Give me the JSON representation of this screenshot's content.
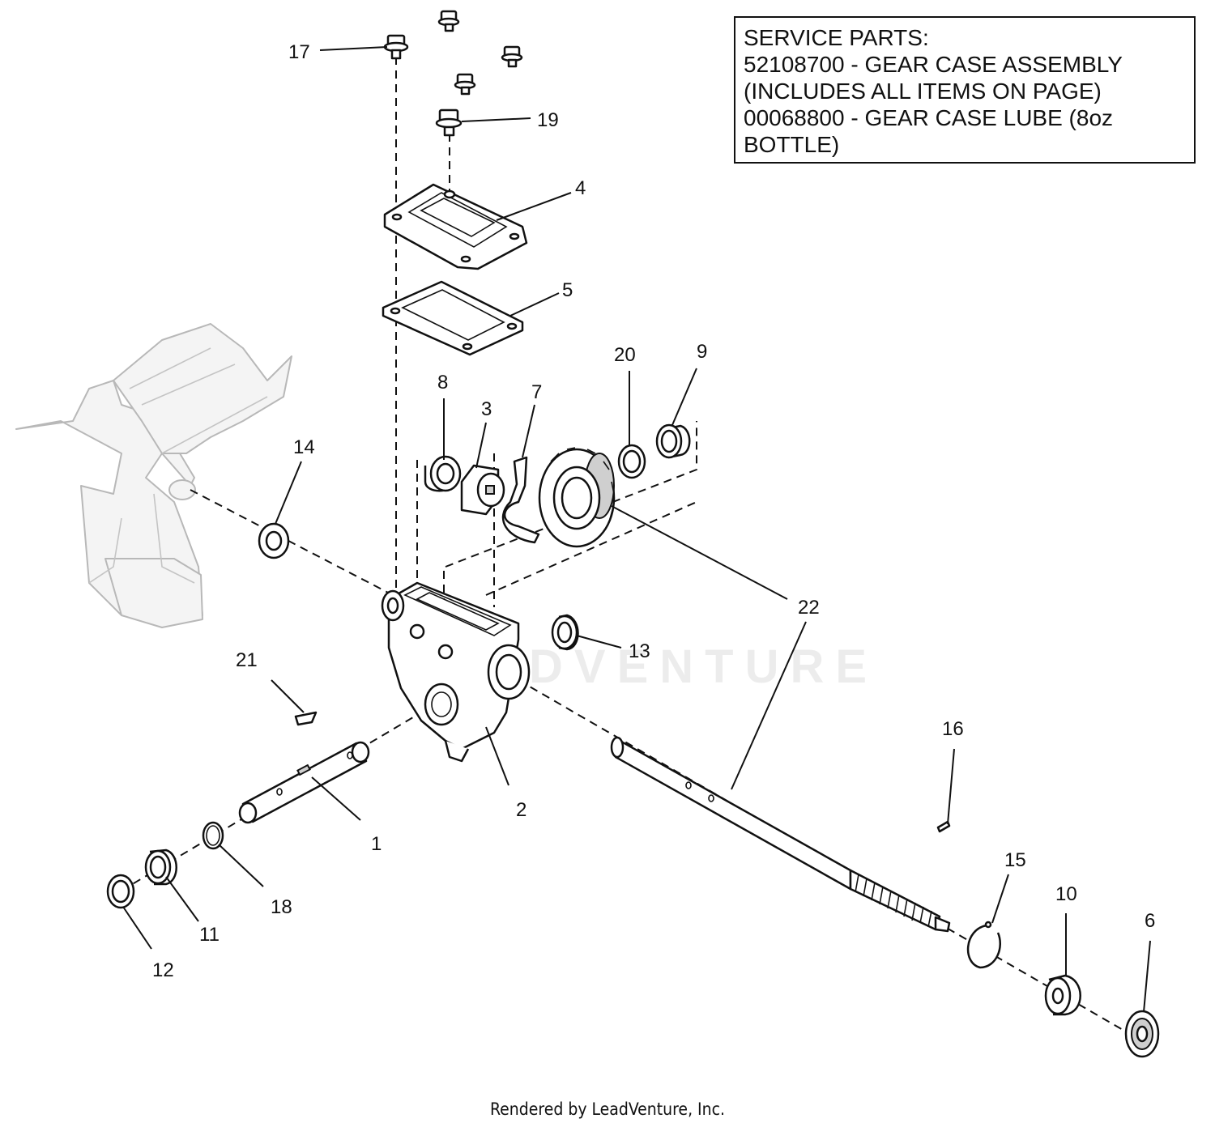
{
  "service_parts": {
    "lines": [
      "SERVICE PARTS:",
      "52108700 - GEAR CASE ASSEMBLY",
      "(INCLUDES ALL ITEMS ON PAGE)",
      "00068800 - GEAR CASE LUBE (8oz",
      "BOTTLE)"
    ]
  },
  "callouts": [
    "1",
    "2",
    "3",
    "4",
    "5",
    "6",
    "7",
    "8",
    "9",
    "10",
    "11",
    "12",
    "13",
    "14",
    "15",
    "16",
    "17",
    "18",
    "19",
    "20",
    "21",
    "22"
  ],
  "watermark": "LEADVENTURE",
  "footer": "Rendered by LeadVenture, Inc.",
  "colors": {
    "line": "#111111",
    "ghost": "#b8b8b8",
    "background": "#ffffff"
  }
}
